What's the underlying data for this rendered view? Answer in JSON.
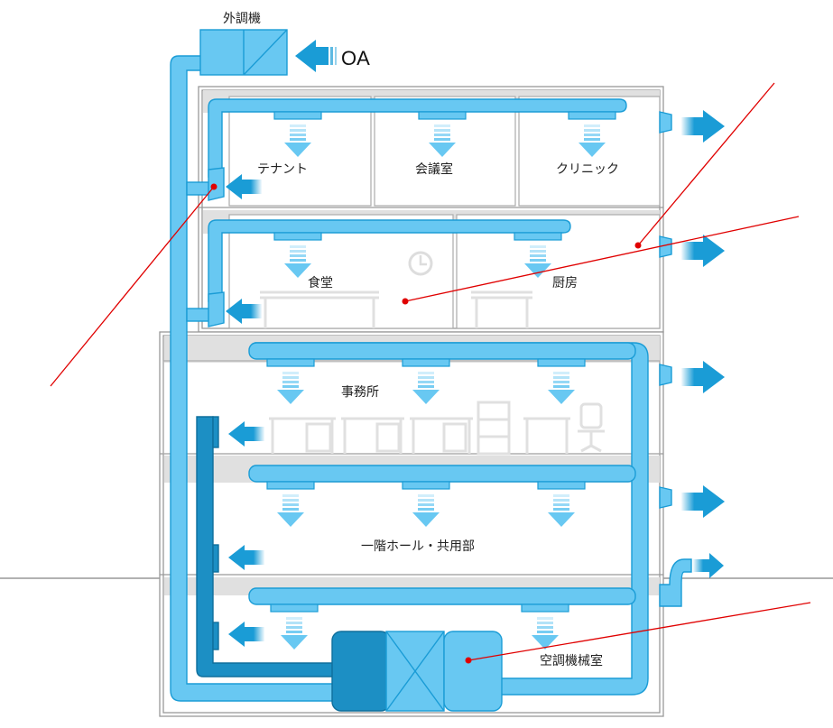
{
  "labels": {
    "outdoor_unit": "外調機",
    "oa": "OA",
    "tenant": "テナント",
    "meeting_room": "会議室",
    "clinic": "クリニック",
    "cafeteria": "食堂",
    "kitchen": "厨房",
    "office": "事務所",
    "lobby": "一階ホール・共用部",
    "machine_room": "空調機械室"
  },
  "colors": {
    "duct_fill": "#68c8f2",
    "duct_stroke": "#1a9cd6",
    "return_duct": "#1c8fc4",
    "supply_arrow": "#68c8f2",
    "exhaust_arrow": "#1a9cd6",
    "leader_line": "#e00000",
    "wall": "#999999",
    "shade": "#e0e0e0"
  },
  "icons": [
    "clock-icon",
    "desk-icon",
    "cabinet-icon",
    "office-chair-icon",
    "heat-exchanger-icon"
  ]
}
